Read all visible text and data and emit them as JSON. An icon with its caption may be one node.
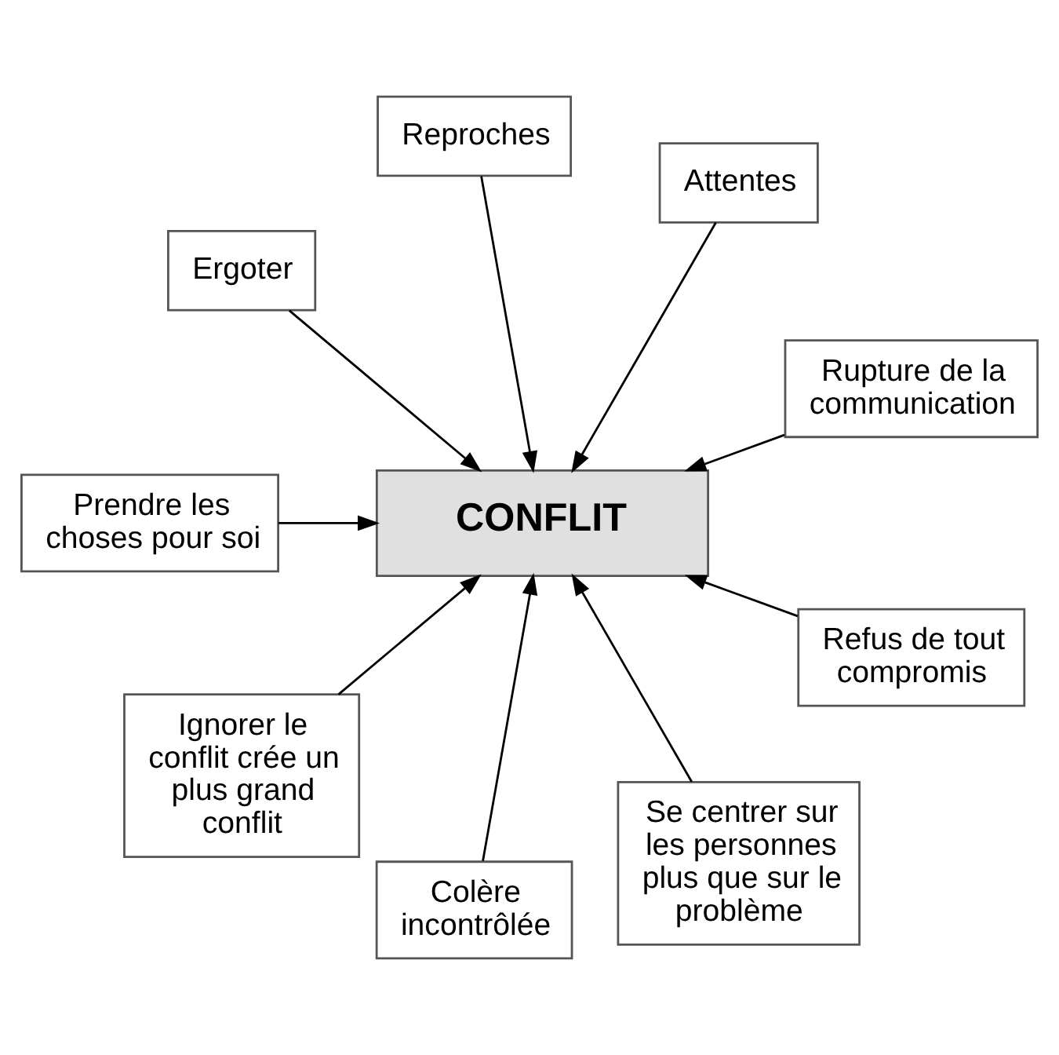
{
  "diagram": {
    "nodes": [
      {
        "text": [
          "Rupture de la communication"
        ]
      },
      {
        "text": [
          "Attentes"
        ]
      },
      {
        "text": [
          "Reproches"
        ]
      },
      {
        "text": [
          "Ergoter"
        ]
      },
      {
        "text": [
          "CONFLIT"
        ]
      },
      {
        "text": [
          "Prendre les choses pour soi"
        ]
      },
      {
        "text": [
          "Ignorer le conflit crée un plus grand conflit"
        ]
      },
      {
        "text": [
          "Colère incontrôlée"
        ]
      },
      {
        "text": [
          "Se centrer sur les personnes plus que sur le problème"
        ]
      },
      {
        "text": [
          "Refus de tout compromis"
        ]
      }
    ],
    "edges": [
      {
        "from": 0,
        "to": 4,
        "arrow": "to"
      },
      {
        "from": 1,
        "to": 4,
        "arrow": "to"
      },
      {
        "from": 2,
        "to": 4,
        "arrow": "to"
      },
      {
        "from": 3,
        "to": 4,
        "arrow": "to"
      },
      {
        "from": 5,
        "to": 4,
        "arrow": "to"
      },
      {
        "from": 6,
        "to": 4,
        "arrow": "to"
      },
      {
        "from": 7,
        "to": 4,
        "arrow": "to"
      },
      {
        "from": 8,
        "to": 4,
        "arrow": "to"
      },
      {
        "from": 9,
        "to": 4,
        "arrow": "to"
      }
    ]
  }
}
